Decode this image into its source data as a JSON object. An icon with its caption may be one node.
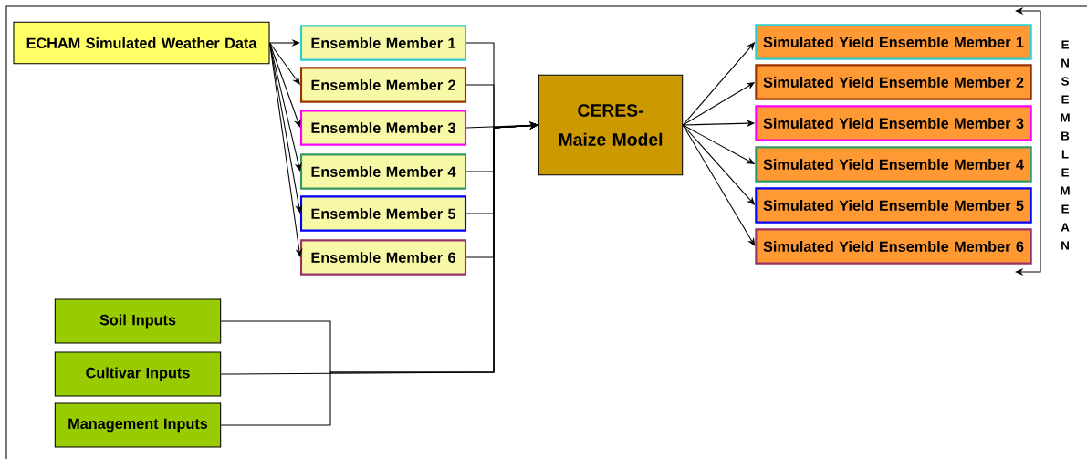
{
  "diagram": {
    "nodes": [
      {
        "text": [
          "ECHAM Simulated Weather Data"
        ]
      },
      {
        "text": [
          "Ensemble Member 1"
        ]
      },
      {
        "text": [
          "Ensemble Member 2"
        ]
      },
      {
        "text": [
          "Ensemble Member 3"
        ]
      },
      {
        "text": [
          "Ensemble Member 4"
        ]
      },
      {
        "text": [
          "Ensemble Member 5"
        ]
      },
      {
        "text": [
          "Ensemble Member 6"
        ]
      },
      {
        "text": [
          "CERES-Maize Model"
        ]
      },
      {
        "text": [
          "Simulated Yield Ensemble Member 1"
        ]
      },
      {
        "text": [
          "Simulated Yield Ensemble Member 2"
        ]
      },
      {
        "text": [
          "Simulated Yield Ensemble Member 3"
        ]
      },
      {
        "text": [
          "Simulated Yield Ensemble Member 4"
        ]
      },
      {
        "text": [
          "Simulated Yield Ensemble Member 5"
        ]
      },
      {
        "text": [
          "Simulated Yield Ensemble Member 6"
        ]
      },
      {
        "text": [
          "Soil Inputs"
        ]
      },
      {
        "text": [
          "Cultivar Inputs"
        ]
      },
      {
        "text": [
          "Management Inputs"
        ]
      }
    ],
    "edges": [
      {
        "from": 0,
        "to": 1,
        "arrow": "to"
      },
      {
        "from": 0,
        "to": 2,
        "arrow": "to"
      },
      {
        "from": 0,
        "to": 3,
        "arrow": "to"
      },
      {
        "from": 0,
        "to": 4,
        "arrow": "to"
      },
      {
        "from": 0,
        "to": 5,
        "arrow": "to"
      },
      {
        "from": 0,
        "to": 6,
        "arrow": "to"
      },
      {
        "from": 1,
        "to": 7,
        "arrow": "to"
      },
      {
        "from": 2,
        "to": 7,
        "arrow": "to"
      },
      {
        "from": 3,
        "to": 7,
        "arrow": "to"
      },
      {
        "from": 4,
        "to": 7,
        "arrow": "to"
      },
      {
        "from": 5,
        "to": 7,
        "arrow": "to"
      },
      {
        "from": 6,
        "to": 7,
        "arrow": "to"
      },
      {
        "from": 7,
        "to": 8,
        "arrow": "to"
      },
      {
        "from": 7,
        "to": 9,
        "arrow": "to"
      },
      {
        "from": 7,
        "to": 10,
        "arrow": "to"
      },
      {
        "from": 7,
        "to": 11,
        "arrow": "to"
      },
      {
        "from": 7,
        "to": 12,
        "arrow": "to"
      },
      {
        "from": 7,
        "to": 13,
        "arrow": "to"
      },
      {
        "from": 14,
        "to": 7,
        "arrow": "to"
      },
      {
        "from": 15,
        "to": 7,
        "arrow": "to"
      },
      {
        "from": 16,
        "to": 7,
        "arrow": "to"
      }
    ],
    "labels": [
      "ENSEMBLE MEAN"
    ]
  }
}
